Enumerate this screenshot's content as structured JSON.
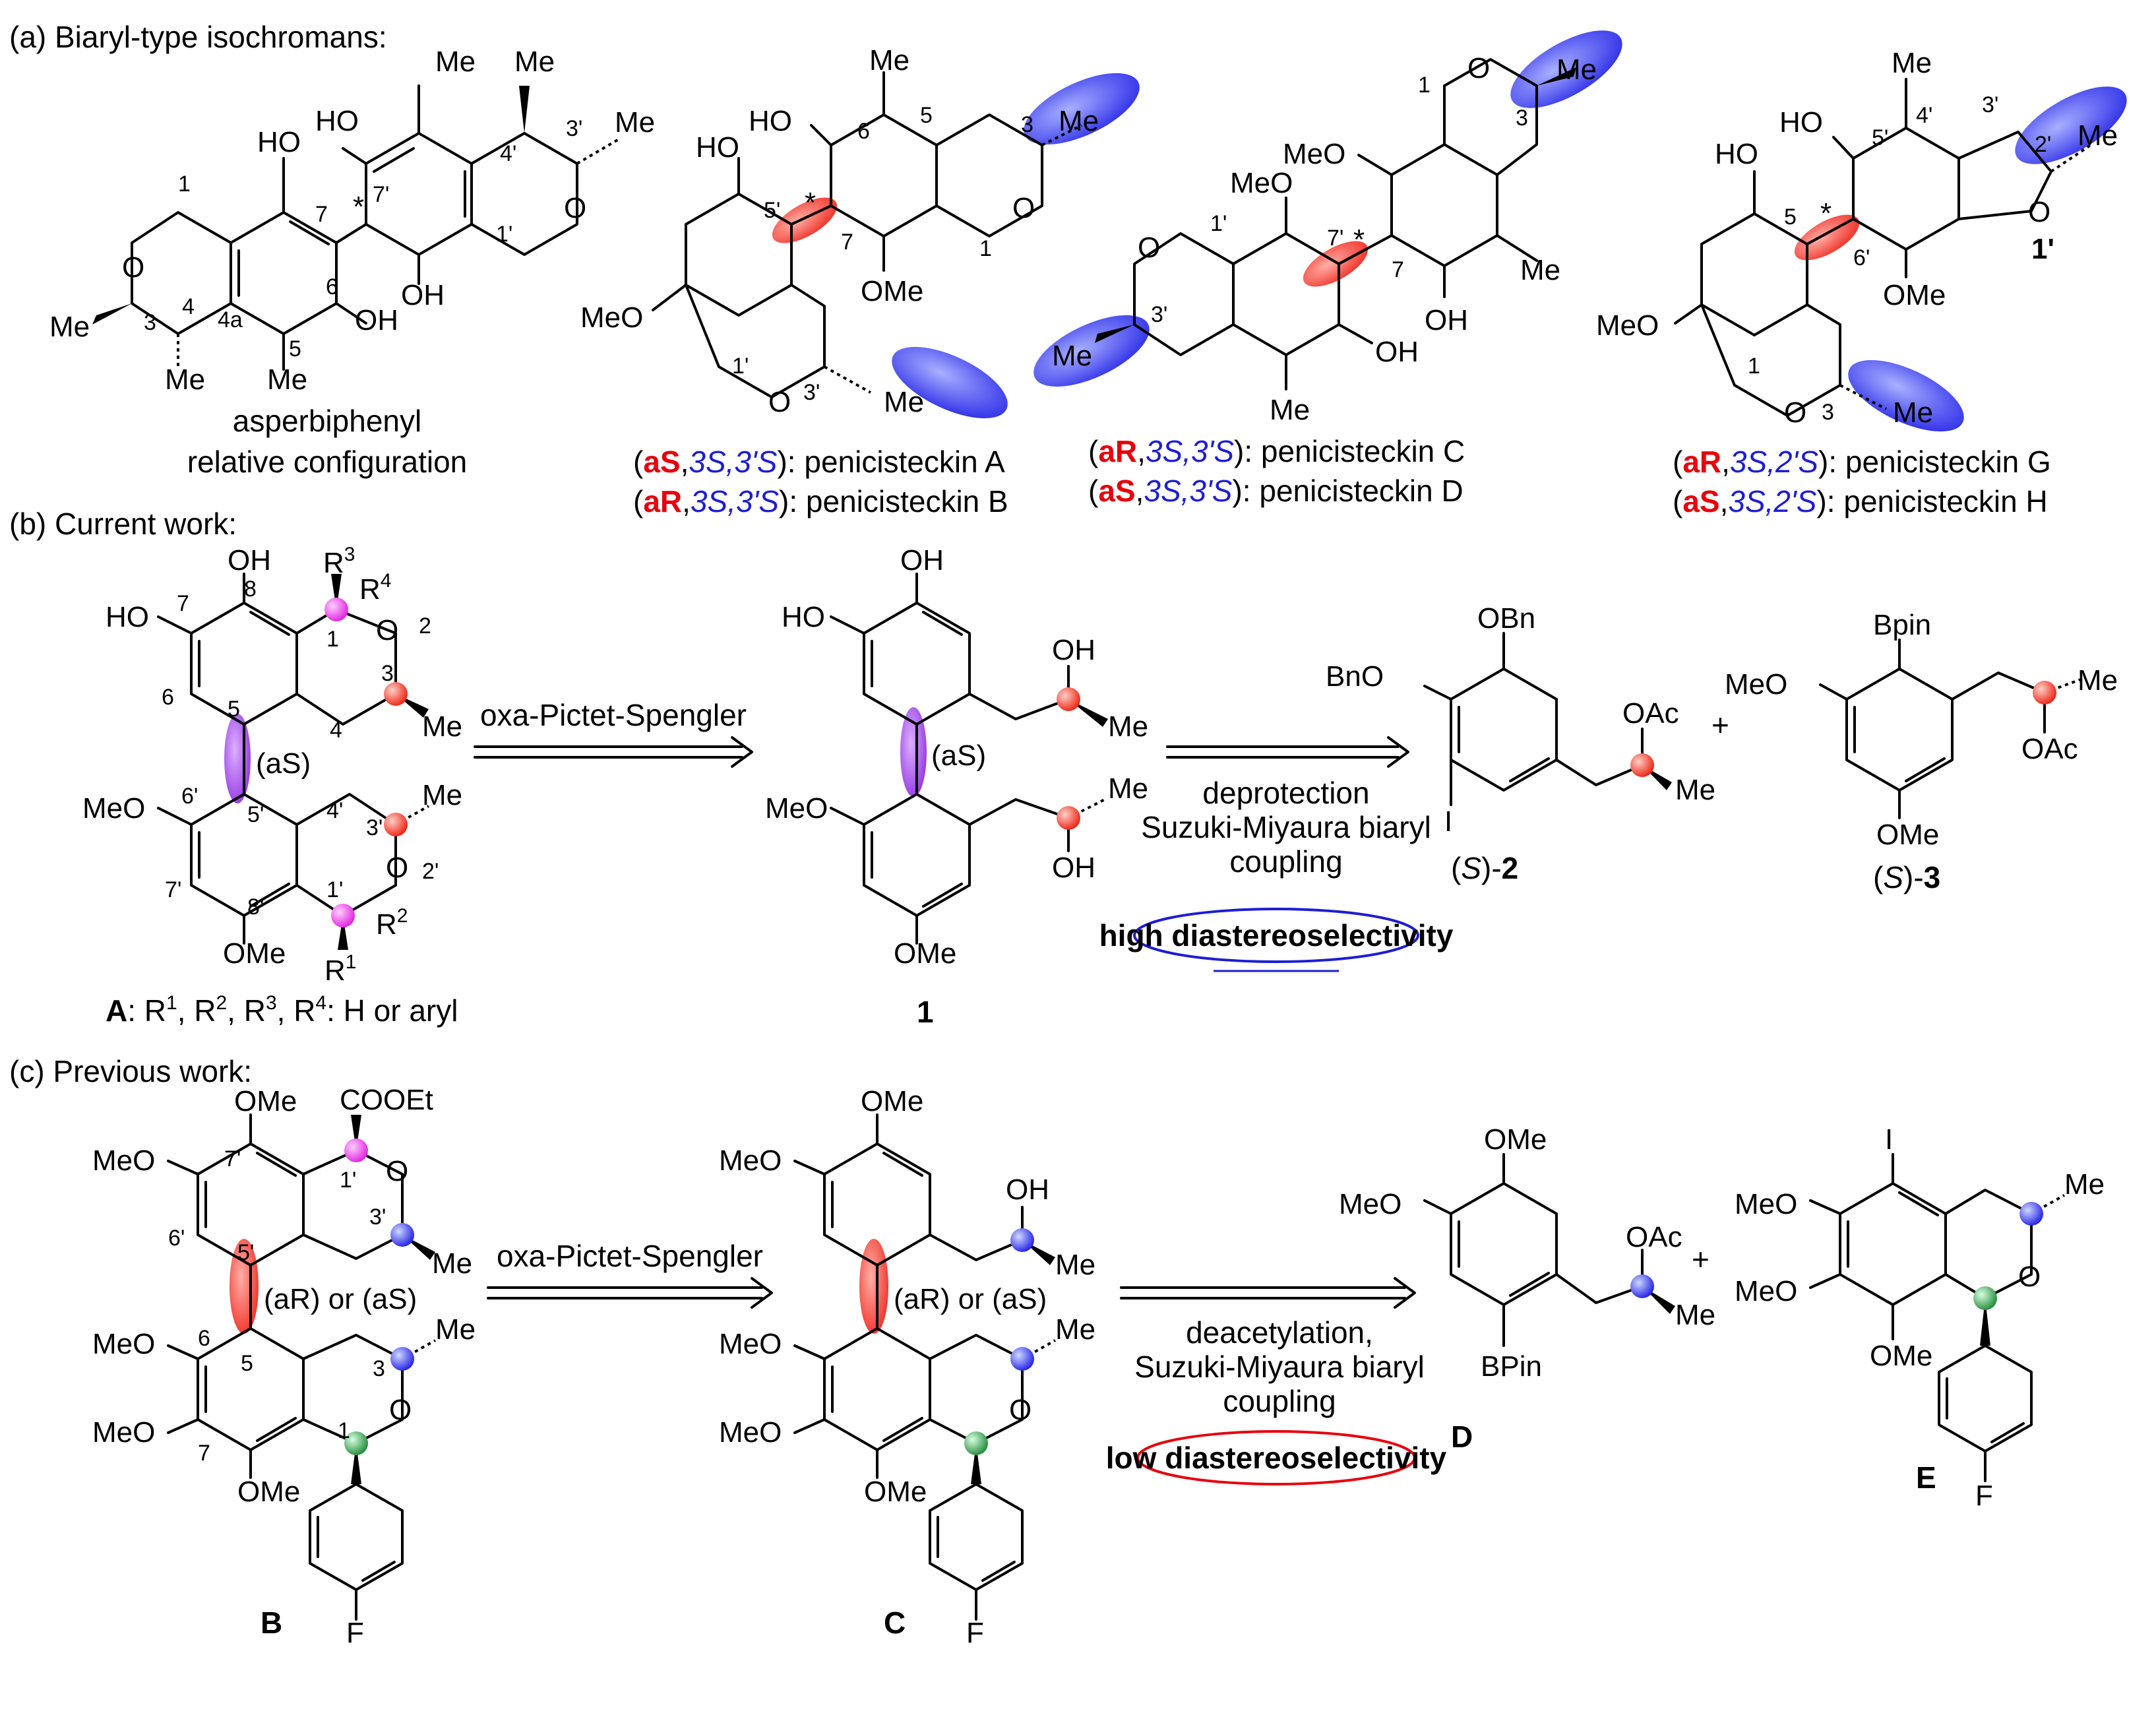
{
  "sections": {
    "a": "(a) Biaryl-type isochromans:",
    "b": "(b) Current work:",
    "c": "(c) Previous work:"
  },
  "asperbiphenyl": {
    "name": "asperbiphenyl",
    "caption": "relative configuration",
    "groups": [
      "HO",
      "Me",
      "Me",
      "3'",
      "Me",
      "4'",
      "HO",
      "1",
      "*",
      "7",
      "7'",
      "1'",
      "O",
      "O",
      "3",
      "4",
      "4a",
      "OH",
      "6",
      "OH",
      "Me",
      "5",
      "Me",
      "Me"
    ]
  },
  "penicisteckin_AB": {
    "groups": [
      "Me",
      "HO",
      "6",
      "5",
      "3",
      "Me",
      "HO",
      "5'",
      "*",
      "7",
      "O",
      "1",
      "OMe",
      "MeO",
      "1'",
      "O",
      "3'",
      "Me"
    ],
    "configs": [
      {
        "a": "aS",
        "rest": "3S,3'S",
        "name": ": penicisteckin A"
      },
      {
        "a": "aR",
        "rest": "3S,3'S",
        "name": ": penicisteckin B"
      }
    ]
  },
  "penicisteckin_CD": {
    "groups": [
      "O",
      "Me",
      "1",
      "3",
      "MeO",
      "MeO",
      "1'",
      "7'",
      "*",
      "7",
      "Me",
      "O",
      "3'",
      "Me",
      "OH",
      "Me",
      "OH"
    ],
    "configs": [
      {
        "a": "aR",
        "rest": "3S,3'S",
        "name": ": penicisteckin C"
      },
      {
        "a": "aS",
        "rest": "3S,3'S",
        "name": ": penicisteckin D"
      }
    ]
  },
  "penicisteckin_GH": {
    "groups": [
      "Me",
      "4'",
      "3'",
      "HO",
      "5'",
      "2'",
      "Me",
      "HO",
      "5",
      "*",
      "6'",
      "O",
      "1'",
      "OMe",
      "MeO",
      "1",
      "O",
      "3",
      "Me"
    ],
    "configs": [
      {
        "a": "aR",
        "rest": "3S,2'S",
        "name": ": penicisteckin G"
      },
      {
        "a": "aS",
        "rest": "3S,2'S",
        "name": ": penicisteckin H"
      }
    ]
  },
  "compound_A": {
    "groups": [
      "OH",
      "R3",
      "R4",
      "HO",
      "7",
      "8",
      "1",
      "O",
      "2",
      "6",
      "5",
      "3",
      "4",
      "Me",
      "(aS)",
      "MeO",
      "6'",
      "5'",
      "4'",
      "3'",
      "Me",
      "O",
      "2'",
      "7'",
      "8'",
      "1'",
      "R2",
      "OMe",
      "R1"
    ],
    "label": "A",
    "caption": ": R1, R2, R3, R4: H or aryl"
  },
  "arrow1": "oxa-Pictet-Spengler",
  "compound_1": {
    "groups": [
      "OH",
      "HO",
      "OH",
      "Me",
      "(aS)",
      "MeO",
      "Me",
      "OH",
      "OMe"
    ],
    "label": "1"
  },
  "arrow2": [
    "deprotection",
    "Suzuki-Miyaura biaryl",
    "coupling"
  ],
  "badge_high": "high diastereoselectivity",
  "compound_2": {
    "groups": [
      "OBn",
      "BnO",
      "OAc",
      "Me",
      "I"
    ],
    "label": "(S)-2"
  },
  "plus": "+",
  "compound_3": {
    "groups": [
      "Bpin",
      "MeO",
      "Me",
      "OAc",
      "OMe"
    ],
    "label": "(S)-3"
  },
  "compound_B": {
    "groups": [
      "OMe",
      "COOEt",
      "MeO",
      "7'",
      "1'",
      "O",
      "3'",
      "6'",
      "5'",
      "Me",
      "(aR) or (aS)",
      "MeO",
      "6",
      "5",
      "Me",
      "3",
      "O",
      "MeO",
      "7",
      "1",
      "OMe",
      "F"
    ],
    "label": "B"
  },
  "arrow3": "oxa-Pictet-Spengler",
  "compound_C": {
    "groups": [
      "OMe",
      "MeO",
      "OH",
      "Me",
      "(aR) or (aS)",
      "MeO",
      "Me",
      "O",
      "MeO",
      "OMe",
      "F"
    ],
    "label": "C"
  },
  "arrow4": [
    "deacetylation,",
    "Suzuki-Miyaura biaryl",
    "coupling"
  ],
  "badge_low": "low diastereoselectivity",
  "compound_D": {
    "groups": [
      "OMe",
      "MeO",
      "OAc",
      "Me",
      "BPin"
    ],
    "label": "D"
  },
  "compound_E": {
    "groups": [
      "I",
      "MeO",
      "Me",
      "O",
      "MeO",
      "OMe",
      "F"
    ],
    "label": "E"
  },
  "colors": {
    "red": "#e8000b",
    "blue": "#1d1dd6",
    "magenta": "#ff33ff",
    "purple": "#9b30e0",
    "green": "#1f8a3a",
    "ellipse_blue": "#3a3af0",
    "ellipse_red": "#ff3030",
    "ellipse_purple": "#9e46f0"
  }
}
